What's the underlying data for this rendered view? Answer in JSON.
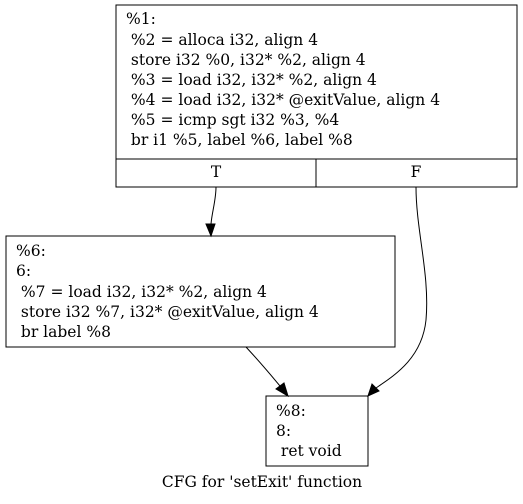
{
  "graph": {
    "caption": "CFG for 'setExit' function",
    "nodes": [
      {
        "id": "entry",
        "lines": [
          "%1:",
          " %2 = alloca i32, align 4",
          " store i32 %0, i32* %2, align 4",
          " %3 = load i32, i32* %2, align 4",
          " %4 = load i32, i32* @exitValue, align 4",
          " %5 = icmp sgt i32 %3, %4",
          " br i1 %5, label %6, label %8"
        ],
        "ports": [
          "T",
          "F"
        ]
      },
      {
        "id": "then",
        "lines": [
          "%6:",
          "6:",
          " %7 = load i32, i32* %2, align 4",
          " store i32 %7, i32* @exitValue, align 4",
          " br label %8"
        ]
      },
      {
        "id": "exit",
        "lines": [
          "%8:",
          "8:",
          " ret void"
        ]
      }
    ],
    "edges": [
      {
        "from": "entry",
        "port": "T",
        "to": "then"
      },
      {
        "from": "entry",
        "port": "F",
        "to": "exit"
      },
      {
        "from": "then",
        "to": "exit"
      }
    ]
  }
}
